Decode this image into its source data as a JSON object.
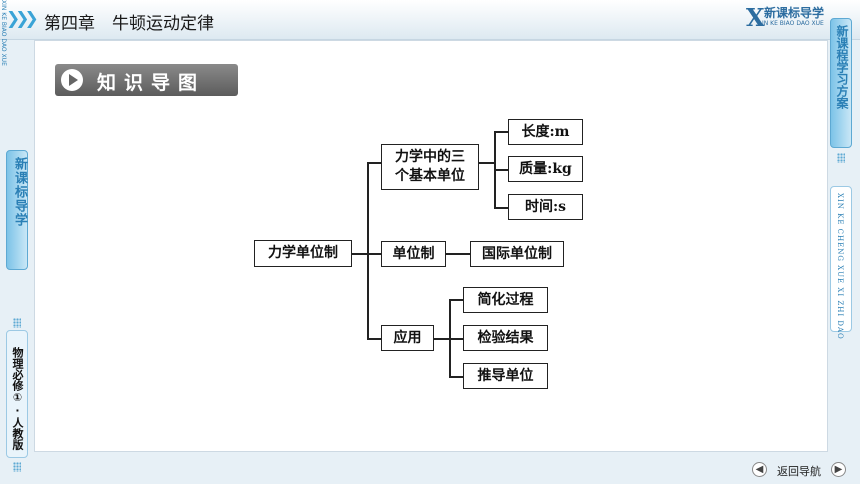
{
  "header": {
    "chapter_title": "第四章　牛顿运动定律",
    "brand_letter": "X",
    "brand_name": "新课标导学",
    "brand_pinyin": "IN KE BIAO DAO XUE"
  },
  "section_badge": {
    "title": "知识导图",
    "icon": "play-icon"
  },
  "diagram": {
    "root": "力学单位制",
    "branches": {
      "basic_units": {
        "label_line1": "力学中的三",
        "label_line2": "个基本单位",
        "children": [
          "长度:m",
          "质量:kg",
          "时间:s"
        ]
      },
      "unit_system": {
        "label": "单位制",
        "child": "国际单位制"
      },
      "application": {
        "label": "应用",
        "children": [
          "简化过程",
          "检验结果",
          "推导单位"
        ]
      }
    }
  },
  "left_rail": {
    "brand_cn": "新课标导学",
    "brand_en": "XIN KE BIAO DAO XUE",
    "series": "物理必修①·人教版"
  },
  "right_rail": {
    "brand_cn": "新课程学习方案",
    "brand_en": "XIN KE CHENG XUE XI ZHI DAO"
  },
  "footer": {
    "back_label": "返回导航",
    "back_icon": "arrow-left-icon",
    "forward_icon": "arrow-right-icon"
  },
  "colors": {
    "accent": "#3aa3d6",
    "badge": "#6a6a6a",
    "line": "#222222"
  }
}
